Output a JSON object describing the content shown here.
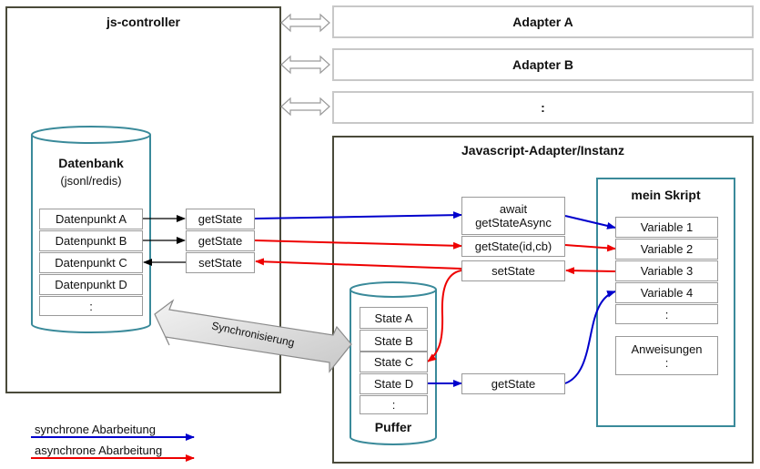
{
  "controller": {
    "title": "js-controller"
  },
  "database": {
    "title": "Datenbank",
    "subtitle": "(jsonl/redis)",
    "datapoints": [
      "Datenpunkt  A",
      "Datenpunkt  B",
      "Datenpunkt  C",
      "Datenpunkt  D",
      ":"
    ]
  },
  "adapters": [
    "Adapter A",
    "Adapter B",
    ":"
  ],
  "js_adapter": {
    "title": "Javascript-Adapter/Instanz"
  },
  "calls": {
    "getstate1": "getState",
    "getstate2": "getState",
    "setstate1": "setState",
    "await_line1": "await",
    "await_line2": "getStateAsync",
    "getstate_idcb": "getState(id,cb)",
    "setstate2": "setState",
    "getstate3": "getState"
  },
  "script": {
    "title": "mein Skript",
    "variables": [
      "Variable  1",
      "Variable  2",
      "Variable  3",
      "Variable  4",
      ":"
    ],
    "statements_line1": "Anweisungen",
    "statements_line2": ":"
  },
  "buffer": {
    "title": "Puffer",
    "states": [
      "State A",
      "State B",
      "State C",
      "State D",
      ":"
    ]
  },
  "sync": {
    "label": "Synchronisierung"
  },
  "legend": {
    "sync": "synchrone Abarbeitung",
    "async": "asynchrone Abarbeitung",
    "sync_color": "#0000cc",
    "async_color": "#ee0000"
  }
}
